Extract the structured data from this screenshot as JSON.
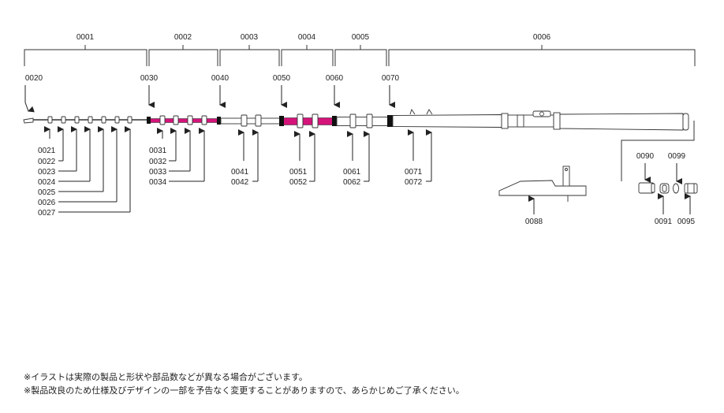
{
  "sections": [
    "0001",
    "0002",
    "0003",
    "0004",
    "0005",
    "0006"
  ],
  "joints": [
    "0020",
    "0030",
    "0040",
    "0050",
    "0060",
    "0070"
  ],
  "callouts": {
    "seg1": [
      "0021",
      "0022",
      "0023",
      "0024",
      "0025",
      "0026",
      "0027"
    ],
    "seg2": [
      "0031",
      "0032",
      "0033",
      "0034"
    ],
    "seg3": [
      "0041",
      "0042"
    ],
    "seg4": [
      "0051",
      "0052"
    ],
    "seg5": [
      "0061",
      "0062"
    ],
    "seg6": [
      "0071",
      "0072"
    ]
  },
  "parts": {
    "reel_seat": "0088",
    "cap": "0090",
    "ring": "0091",
    "o_ring": "0099",
    "screw_cap": "0095"
  },
  "colors": {
    "accent": "#d4147a",
    "line": "#333333",
    "joint": "#111111"
  },
  "notes": [
    "※イラストは実際の製品と形状や部品数などが異なる場合がございます。",
    "※製品改良のため仕様及びデザインの一部を予告なく変更することがありますので、あらかじめご了承ください。"
  ]
}
